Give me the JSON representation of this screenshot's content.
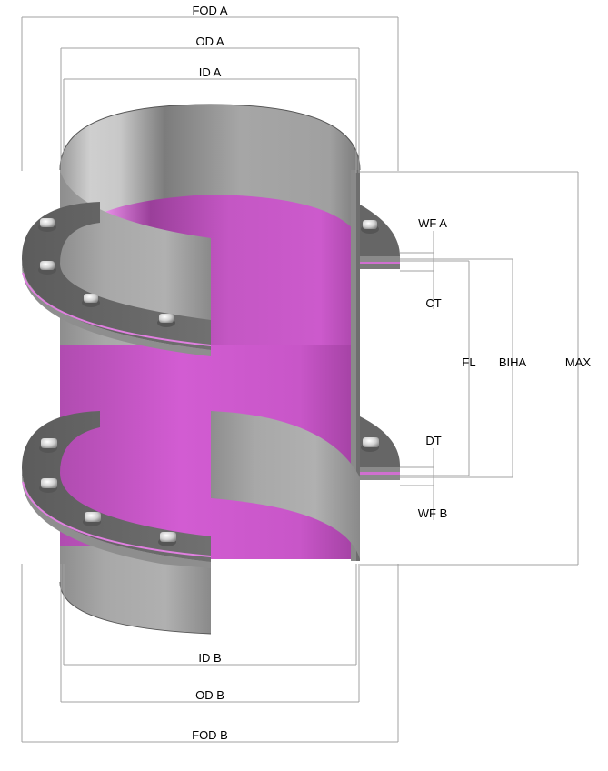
{
  "diagram": {
    "subject": "Flanged expansion joint / pipe spool with PTFE (magenta) liner, cutaway view",
    "colors": {
      "liner": "#cc55cc",
      "liner_dark": "#9a3f9a",
      "liner_light": "#f09af0",
      "steel": "#a8a8a8",
      "steel_dark": "#6e6e6e",
      "steel_light": "#d4d4d4",
      "flange": "#6a6a6a",
      "dimension_line": "#a0a0a0",
      "label_text": "#000000"
    },
    "labels": {
      "fod_a": "FOD A",
      "od_a": "OD A",
      "id_a": "ID A",
      "wf_a": "WF A",
      "ct": "CT",
      "fl": "FL",
      "biha": "BIHA",
      "max": "MAX",
      "dt": "DT",
      "wf_b": "WF B",
      "id_b": "ID B",
      "od_b": "OD B",
      "fod_b": "FOD B"
    }
  }
}
